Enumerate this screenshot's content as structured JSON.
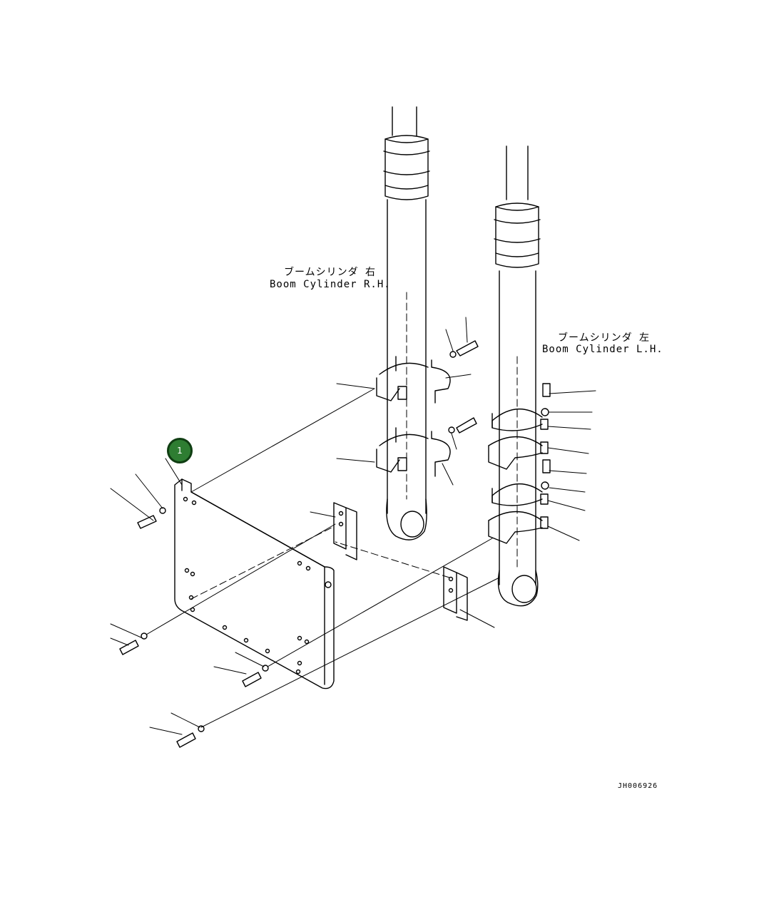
{
  "labels": {
    "rh_jp": "ブームシリンダ 右",
    "rh_en": "Boom Cylinder R.H.",
    "lh_jp": "ブームシリンダ 左",
    "lh_en": "Boom Cylinder L.H."
  },
  "callout": {
    "number": "1",
    "color": "#2e7d32"
  },
  "drawing_code": "JH006926"
}
